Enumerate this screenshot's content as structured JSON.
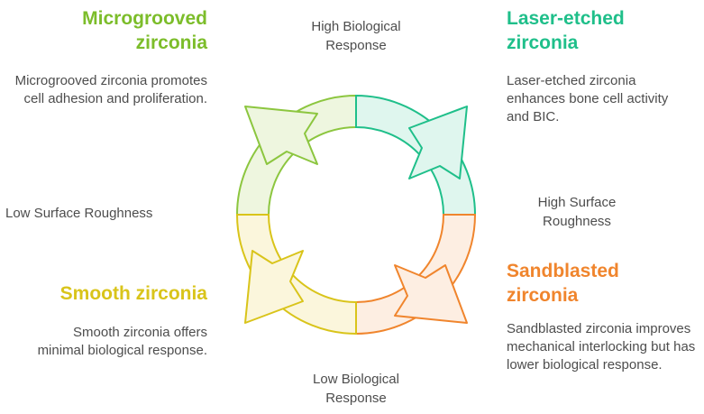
{
  "axes": {
    "top": "High Biological Response",
    "bottom": "Low Biological Response",
    "left": "Low Surface Roughness",
    "right": "High Surface Roughness"
  },
  "quadrants": {
    "top_left": {
      "title": "Microgrooved zirconia",
      "description": "Microgrooved zirconia promotes cell adhesion and proliferation.",
      "color": "#7cbd2a"
    },
    "top_right": {
      "title": "Laser-etched zirconia",
      "description": "Laser-etched zirconia enhances bone cell activity and BIC.",
      "color": "#1fbf8a"
    },
    "bottom_left": {
      "title": "Smooth zirconia",
      "description": "Smooth zirconia offers minimal biological response.",
      "color": "#d9c41a"
    },
    "bottom_right": {
      "title": "Sandblasted zirconia",
      "description": "Sandblasted zirconia improves mechanical interlocking but has lower biological response.",
      "color": "#f0852d"
    }
  }
}
